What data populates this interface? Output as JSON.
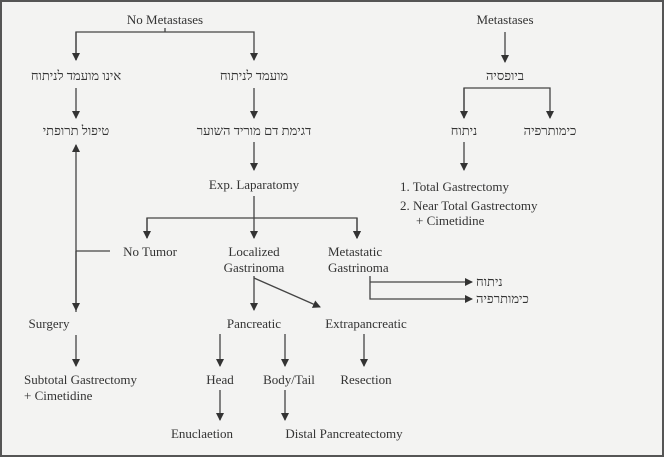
{
  "left": {
    "root": "No Metastases",
    "not_candidate": "אינו מועמד לניתוח",
    "candidate": "מועמד לניתוח",
    "medical_treatment": "טיפול תרופתי",
    "venous_sampling": "דגימת דם מוריד השוער",
    "laparatomy": "Exp. Laparatomy",
    "no_tumor": "No Tumor",
    "localized_1": "Localized",
    "localized_2": "Gastrinoma",
    "metastatic_1": "Metastatic",
    "metastatic_2": "Gastrinoma",
    "meta_surgery": "ניתוח",
    "meta_chemo": "כימותרפיה",
    "surgery": "Surgery",
    "subtotal_1": "Subtotal Gastrectomy",
    "subtotal_2": "+ Cimetidine",
    "pancreatic": "Pancreatic",
    "extrapancreatic": "Extrapancreatic",
    "head": "Head",
    "body_tail": "Body/Tail",
    "resection": "Resection",
    "enucleation": "Enuclaetion",
    "distal": "Distal Pancreatectomy"
  },
  "right": {
    "root": "Metastases",
    "biopsy": "ביופסיה",
    "surgery": "ניתוח",
    "chemo": "כימותרפיה",
    "option_1": "1. Total Gastrectomy",
    "option_2": "2. Near Total Gastrectomy",
    "option_2b": "+ Cimetidine"
  }
}
